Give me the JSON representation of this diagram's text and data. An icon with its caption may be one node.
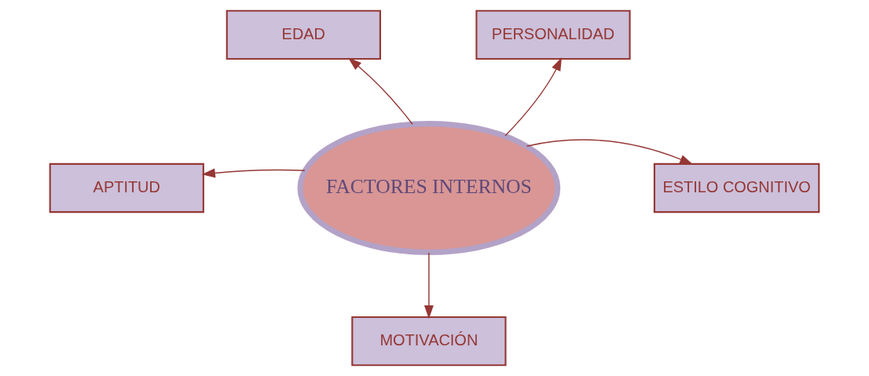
{
  "diagram": {
    "nodes": [
      {
        "text": [
          "FACTORES INTERNOS"
        ]
      },
      {
        "text": [
          "EDAD"
        ]
      },
      {
        "text": [
          "PERSONALIDAD"
        ]
      },
      {
        "text": [
          "APTITUD"
        ]
      },
      {
        "text": [
          "ESTILO COGNITIVO"
        ]
      },
      {
        "text": [
          "MOTIVACIÓN"
        ]
      }
    ],
    "edges": [
      {
        "from": 0,
        "to": 1,
        "arrow": "to"
      },
      {
        "from": 0,
        "to": 2,
        "arrow": "to"
      },
      {
        "from": 0,
        "to": 3,
        "arrow": "to"
      },
      {
        "from": 0,
        "to": 4,
        "arrow": "to"
      },
      {
        "from": 0,
        "to": 5,
        "arrow": "to"
      }
    ]
  }
}
